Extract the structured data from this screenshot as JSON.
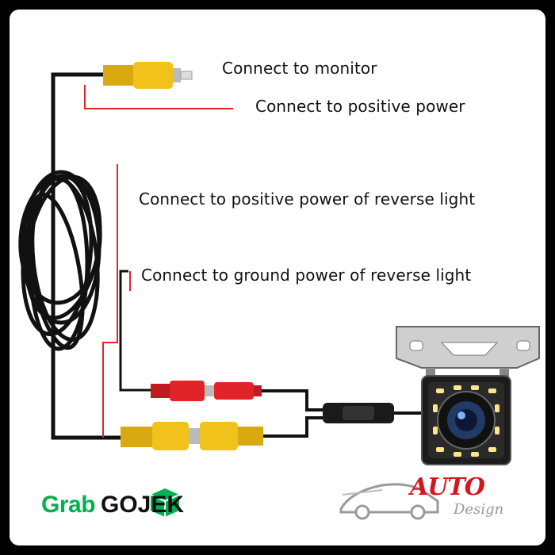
{
  "labels": {
    "monitor": "Connect to monitor",
    "positive_power": "Connect to  positive power",
    "reverse_positive": "Connect to positive power of reverse light",
    "reverse_ground": "Connect to ground power of reverse light"
  },
  "brands": {
    "grab": "Grab",
    "gojek": "GOJEK",
    "logo_auto": "AUTO",
    "logo_design": "Design"
  },
  "colors": {
    "background": "#000000",
    "panel": "#ffffff",
    "rca_yellow": "#f0c21b",
    "rca_red": "#e0242a",
    "wire_black": "#111111",
    "wire_red": "#e0242a",
    "grab_green": "#00b14f",
    "led": "#ffe58a"
  }
}
